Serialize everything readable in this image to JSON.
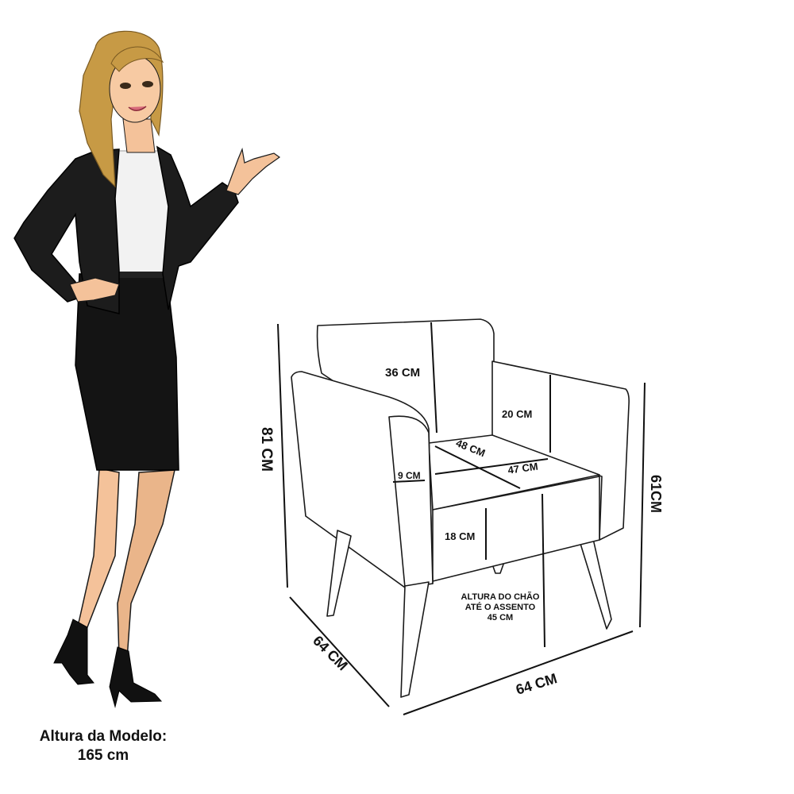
{
  "colors": {
    "outline": "#1a1a1a",
    "jacket": "#1c1c1c",
    "skirt": "#141414",
    "blouse": "#f2f2f2",
    "skin": "#f4c29a",
    "hair": "#c79a45",
    "text": "#111111"
  },
  "model": {
    "caption_line1": "Altura da Modelo:",
    "caption_line2": "165 cm"
  },
  "dimensions": {
    "backrest_height": "36 CM",
    "arm_height_inner": "20 CM",
    "seat_width": "48 CM",
    "seat_depth": "47 CM",
    "cushion_thickness": "9 CM",
    "base_height": "18 CM",
    "total_height": "81 CM",
    "arm_height_outer": "61CM",
    "depth": "64 CM",
    "width": "64 CM",
    "floor_note_line1": "ALTURA DO CHÃO",
    "floor_note_line2": "ATÉ O ASSENTO",
    "floor_note_line3": "45 CM"
  }
}
